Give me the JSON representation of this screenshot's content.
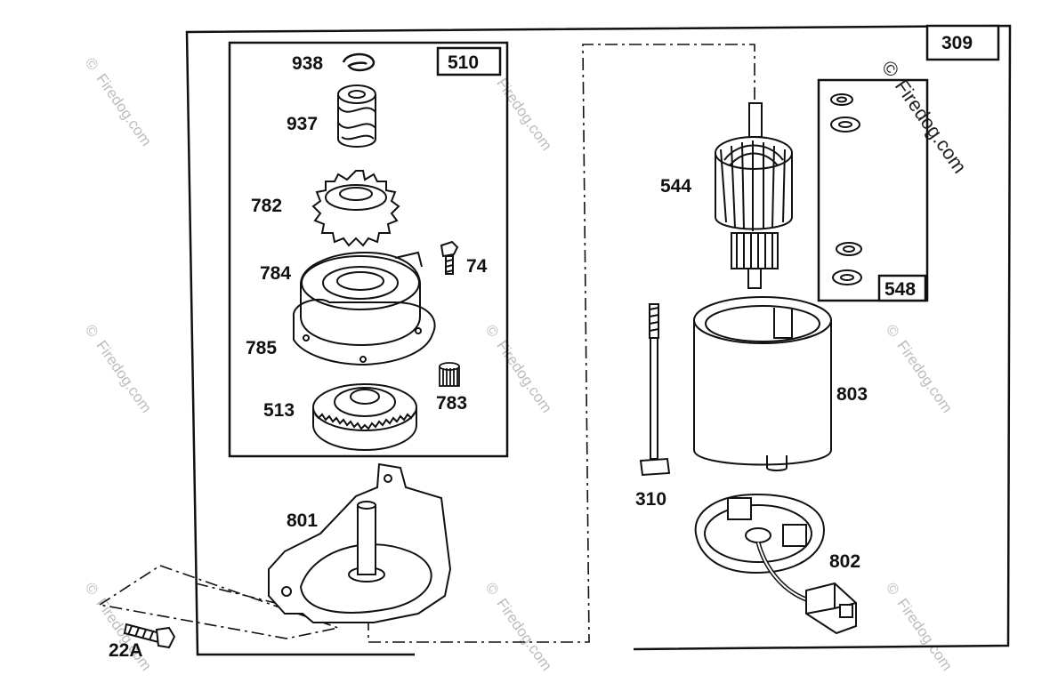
{
  "diagram": {
    "frames": {
      "outer": "309",
      "kit_left": "510",
      "kit_right": "548"
    },
    "parts": {
      "p938": "938",
      "p937": "937",
      "p782": "782",
      "p74": "74",
      "p784": "784",
      "p785": "785",
      "p513": "513",
      "p783": "783",
      "p801": "801",
      "p22a": "22A",
      "p544": "544",
      "p803": "803",
      "p310": "310",
      "p802": "802"
    },
    "watermark": {
      "text": "Firedog.com",
      "copyright": "©"
    },
    "colors": {
      "line": "#111111",
      "watermark": "#bdbdbd",
      "background": "#ffffff"
    }
  }
}
